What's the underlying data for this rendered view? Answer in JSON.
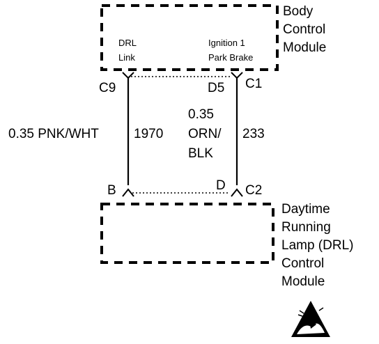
{
  "diagram": {
    "bcm": {
      "name_lines": [
        "Body",
        "Control",
        "Module"
      ],
      "pin_left_label": [
        "DRL",
        "Link"
      ],
      "pin_right_label": [
        "Ignition 1",
        "Park Brake"
      ]
    },
    "drl_module": {
      "name_lines": [
        "Daytime",
        "Running",
        "Lamp (DRL)",
        "Control",
        "Module"
      ]
    },
    "wire_left": {
      "top_connector": "C9",
      "bottom_connector": "B",
      "spec": "0.35 PNK/WHT",
      "circuit": "1970"
    },
    "wire_right": {
      "top_pin": "D5",
      "top_connector": "C1",
      "bottom_pin": "D",
      "bottom_connector": "C2",
      "spec_lines": [
        "0.35",
        "ORN/",
        "BLK"
      ],
      "circuit": "233"
    },
    "esd_symbol": "esd-warning-icon",
    "colors": {
      "ink": "#000000",
      "background": "#ffffff"
    }
  }
}
